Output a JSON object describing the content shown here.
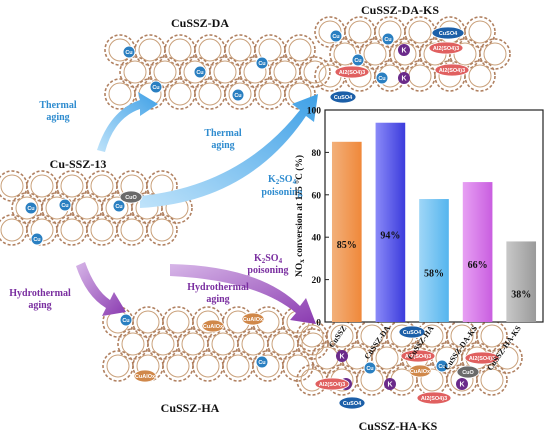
{
  "labels": {
    "dealumination_title": "CuSSZ-DA",
    "dealumination_ks_title": "CuSSZ-DA-KS",
    "parent_title": "Cu-SSZ-13",
    "hydro_title": "CuSSZ-HA",
    "hydro_ks_title": "CuSSZ-HA-KS",
    "thermal_aging_1": "Thermal",
    "thermal_aging_2": "aging",
    "thermal_aging_b1": "Thermal",
    "thermal_aging_b2": "aging",
    "k2so4_a": "K",
    "k2so4_a_sub": "2",
    "k2so4_a_mid": "SO",
    "k2so4_a_sub2": "4",
    "poisoning_a": "poisoning",
    "k2so4_b": "K",
    "k2so4_b_sub": "2",
    "k2so4_b_mid": "SO",
    "k2so4_b_sub2": "4",
    "poisoning_b": "poisoning",
    "hydrothermal_1": "Hydrothermal",
    "hydrothermal_2": "aging",
    "hydrothermal_b1": "Hydrothermal",
    "hydrothermal_b2": "aging"
  },
  "species": {
    "cu": "Cu",
    "cuo": "CuO",
    "k": "K",
    "cuso4": "CuSO4",
    "al2so43": "Al2(SO4)3",
    "cualox": "CuAlOx"
  },
  "colors": {
    "thermal_arrow": "#3fa0e6",
    "hydro_arrow": "#8a3ab0",
    "framework": "#b08060",
    "cu_site": "#2a7fc1",
    "k_site": "#6a2a8a",
    "cuso4": "#1c5fa8",
    "al2so43": "#e06060",
    "cualox": "#d0884a",
    "cuo": "#6a6a6a"
  },
  "chart_data": {
    "type": "bar",
    "ylabel_main": "NO",
    "ylabel_sub": "x",
    "ylabel_rest": " conversion at 175 °C (%)",
    "ylim": [
      0,
      100
    ],
    "yticks": [
      "0",
      "20",
      "40",
      "60",
      "80",
      "100"
    ],
    "categories": [
      "CuSSZ",
      "CuSSZ-DA",
      "CuSSZ-HA",
      "CuSSZ-DA-KS",
      "CuSSZ-HA-KS"
    ],
    "values": [
      85,
      94,
      58,
      66,
      38
    ],
    "value_labels": [
      "85%",
      "94%",
      "58%",
      "66%",
      "38%"
    ],
    "bar_colors": [
      [
        "#f2b07a",
        "#f0883a"
      ],
      [
        "#8a8af8",
        "#3b3bdc"
      ],
      [
        "#9fd6f7",
        "#55b5ee"
      ],
      [
        "#e7a0f3",
        "#c95ee0"
      ],
      [
        "#c8c8c8",
        "#9a9a9a"
      ]
    ]
  }
}
